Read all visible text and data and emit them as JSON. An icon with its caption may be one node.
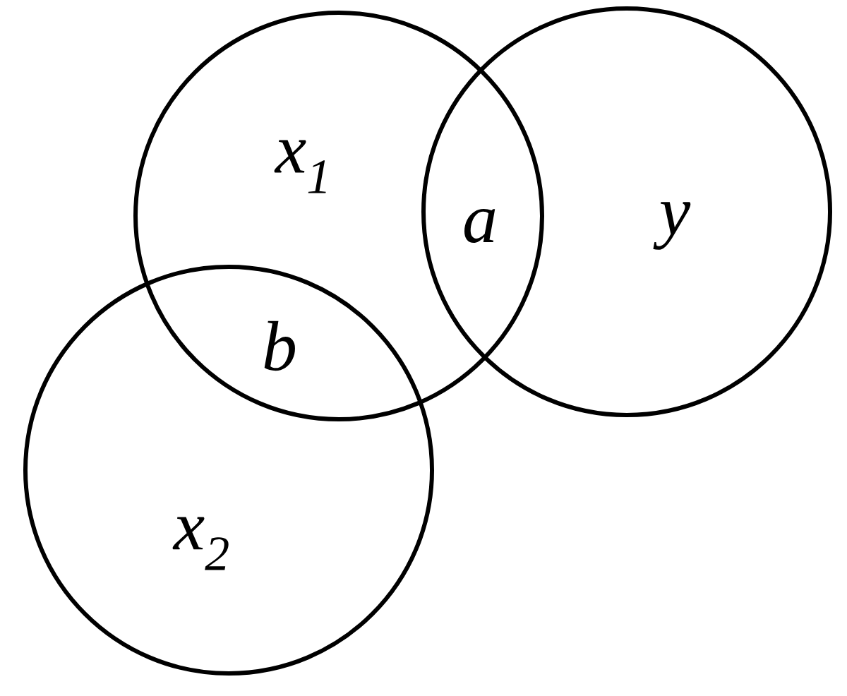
{
  "diagram": {
    "nodes": [
      {
        "text": [
          "x$_{1}$"
        ]
      },
      {
        "text": [
          "y"
        ]
      },
      {
        "text": [
          "x$_{2}$"
        ]
      }
    ],
    "labels": [
      "a",
      "b"
    ]
  }
}
